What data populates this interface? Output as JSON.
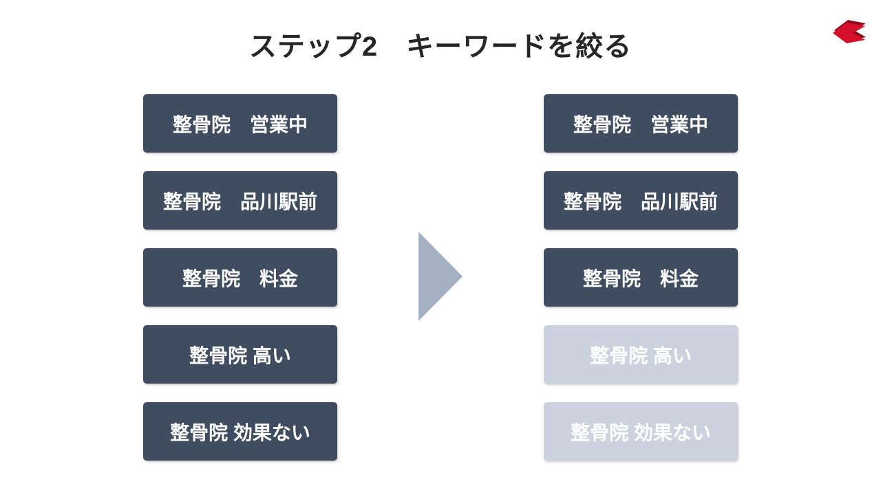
{
  "slide": {
    "title": "ステップ2　キーワードを絞る"
  },
  "columns": {
    "before": {
      "items": [
        {
          "label": "整骨院　営業中",
          "state": "kept"
        },
        {
          "label": "整骨院　品川駅前",
          "state": "kept"
        },
        {
          "label": "整骨院　料金",
          "state": "kept"
        },
        {
          "label": "整骨院 高い",
          "state": "kept"
        },
        {
          "label": "整骨院 効果ない",
          "state": "kept"
        }
      ]
    },
    "after": {
      "items": [
        {
          "label": "整骨院　営業中",
          "state": "kept"
        },
        {
          "label": "整骨院　品川駅前",
          "state": "kept"
        },
        {
          "label": "整骨院　料金",
          "state": "kept"
        },
        {
          "label": "整骨院 高い",
          "state": "excluded"
        },
        {
          "label": "整骨院 効果ない",
          "state": "excluded"
        }
      ]
    }
  },
  "icons": {
    "arrow_right": "right-pointing-triangle",
    "brand_logo": "red-chevron-mark"
  },
  "colors": {
    "box_active": "#404c5f",
    "box_excluded": "#ccd3de",
    "box_text": "#ffffff",
    "arrow": "#a5b0c3",
    "title_text": "#262626",
    "logo_main": "#d4102a",
    "logo_dark": "#8f0c1d",
    "background": "#ffffff"
  }
}
